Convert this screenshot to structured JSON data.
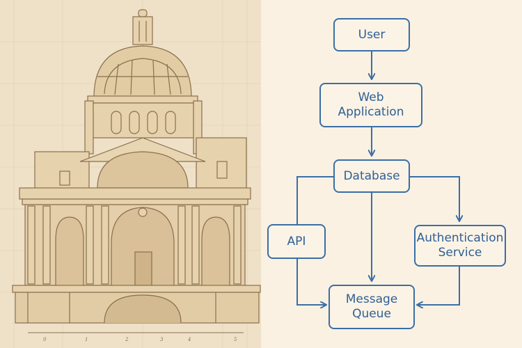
{
  "left_panel": {
    "illustration": "domed-building-section-sketch",
    "scale_labels": [
      "0",
      "1",
      "2",
      "3",
      "4",
      "5"
    ]
  },
  "diagram": {
    "colors": {
      "stroke": "#3a6ea5",
      "text": "#2f5f94",
      "box_fill": "#fbf3e6"
    },
    "nodes": {
      "user": "User",
      "web_application": "Web\nApplication",
      "database": "Database",
      "api": "API",
      "authentication_service": "Authentication\nService",
      "message_queue": "Message\nQueue"
    },
    "edges": [
      {
        "from": "user",
        "to": "web_application"
      },
      {
        "from": "web_application",
        "to": "database"
      },
      {
        "from": "database",
        "to": "message_queue"
      },
      {
        "from": "database",
        "to": "authentication_service"
      },
      {
        "from": "database",
        "to": "message_queue",
        "via": "api"
      },
      {
        "from": "authentication_service",
        "to": "message_queue"
      }
    ]
  }
}
